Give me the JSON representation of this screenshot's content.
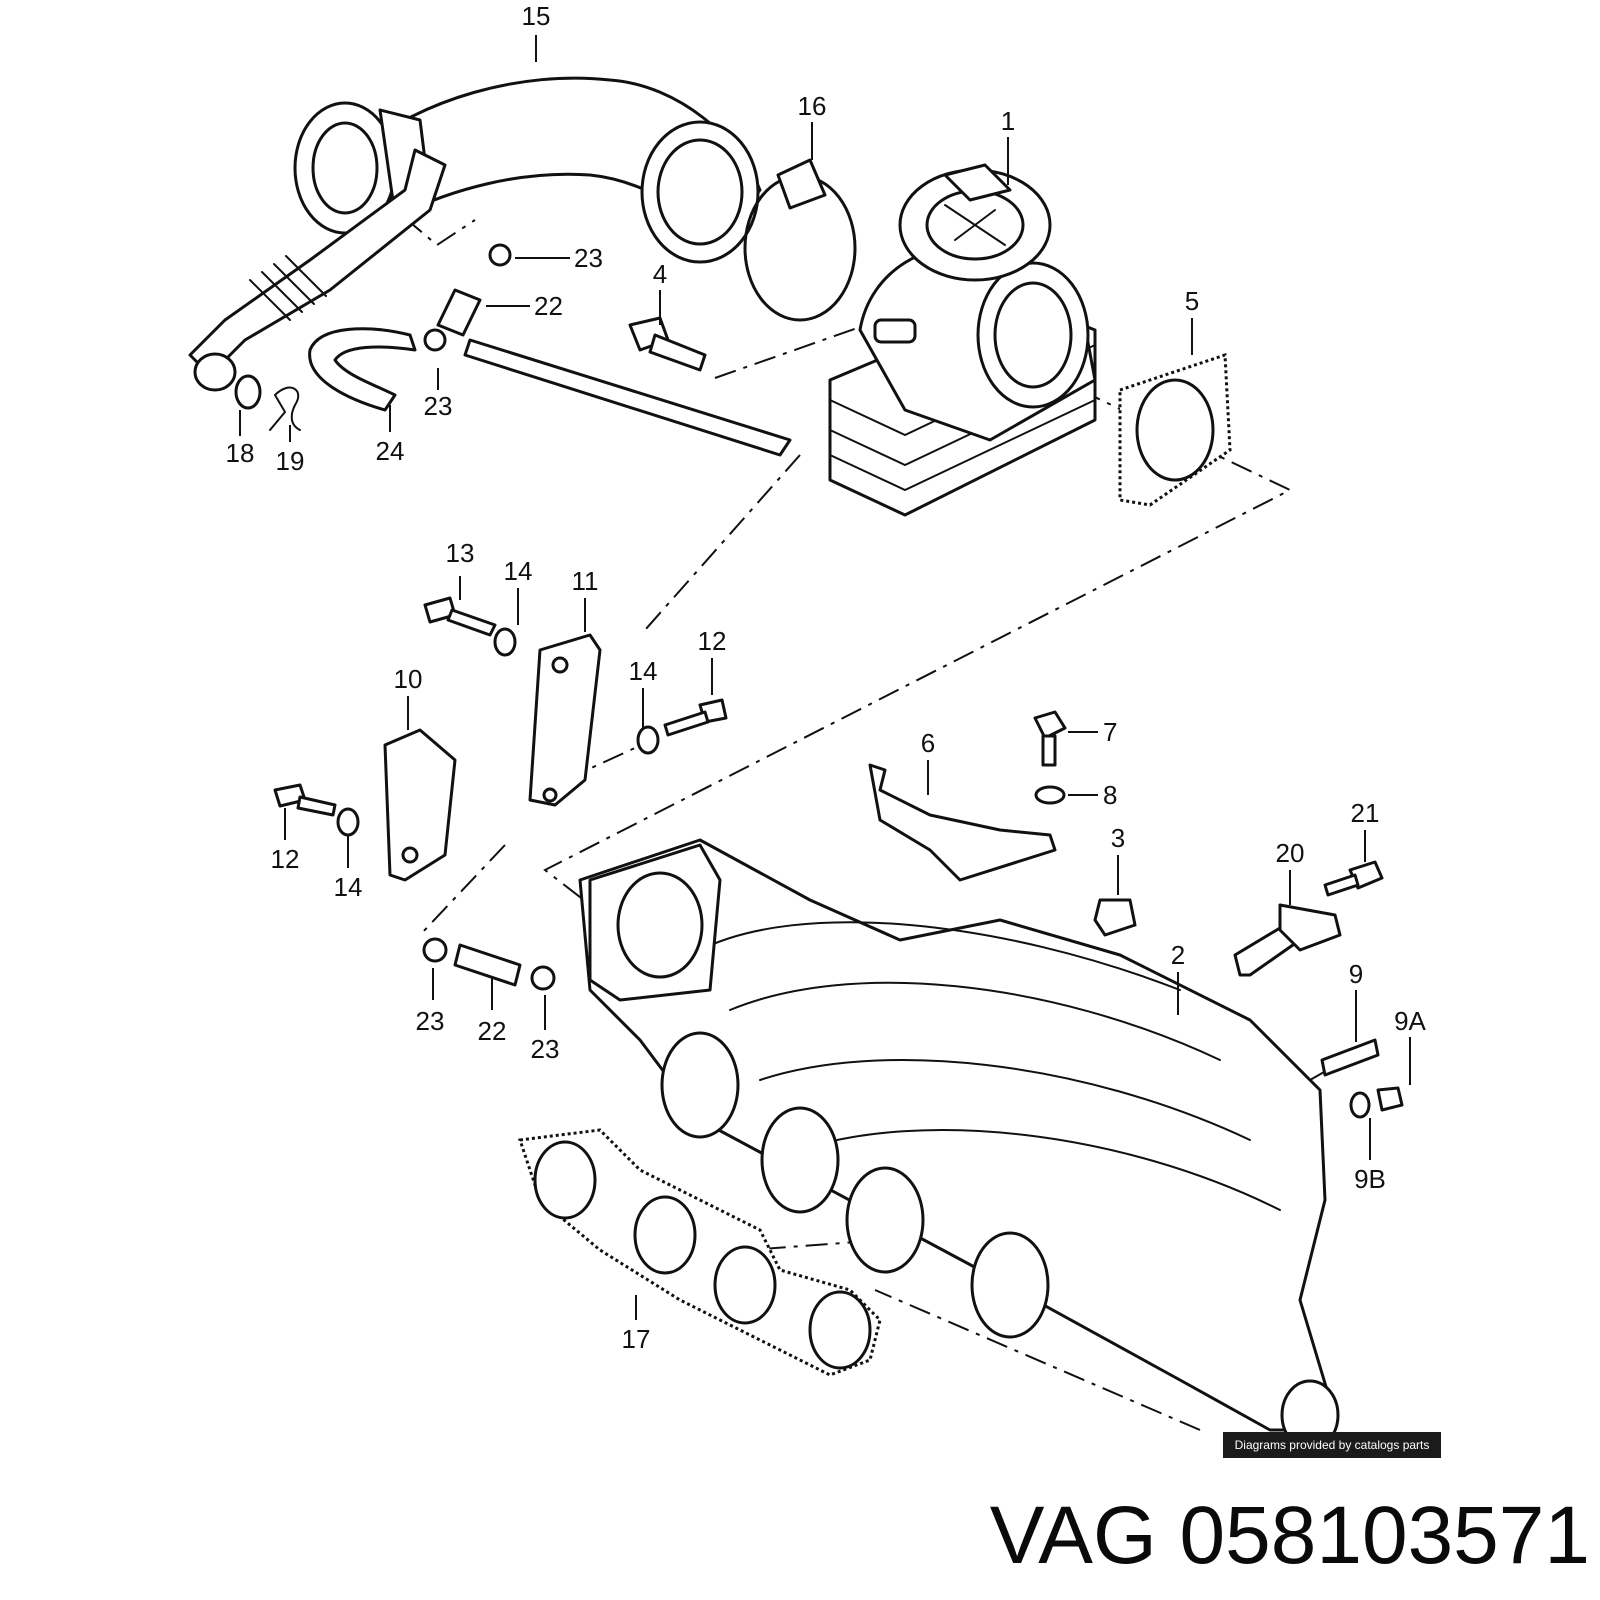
{
  "credit": "Diagrams provided by catalogs parts",
  "title": "VAG 058103571",
  "callouts": {
    "c1": "1",
    "c2": "2",
    "c3": "3",
    "c4": "4",
    "c5": "5",
    "c6": "6",
    "c7": "7",
    "c8": "8",
    "c9": "9",
    "c9a": "9A",
    "c9b": "9B",
    "c10": "10",
    "c11": "11",
    "c12a": "12",
    "c12b": "12",
    "c13": "13",
    "c14a": "14",
    "c14b": "14",
    "c14c": "14",
    "c15": "15",
    "c16": "16",
    "c17": "17",
    "c18": "18",
    "c19": "19",
    "c20": "20",
    "c21": "21",
    "c22a": "22",
    "c22b": "22",
    "c23a": "23",
    "c23b": "23",
    "c23c": "23",
    "c23d": "23",
    "c24": "24"
  }
}
